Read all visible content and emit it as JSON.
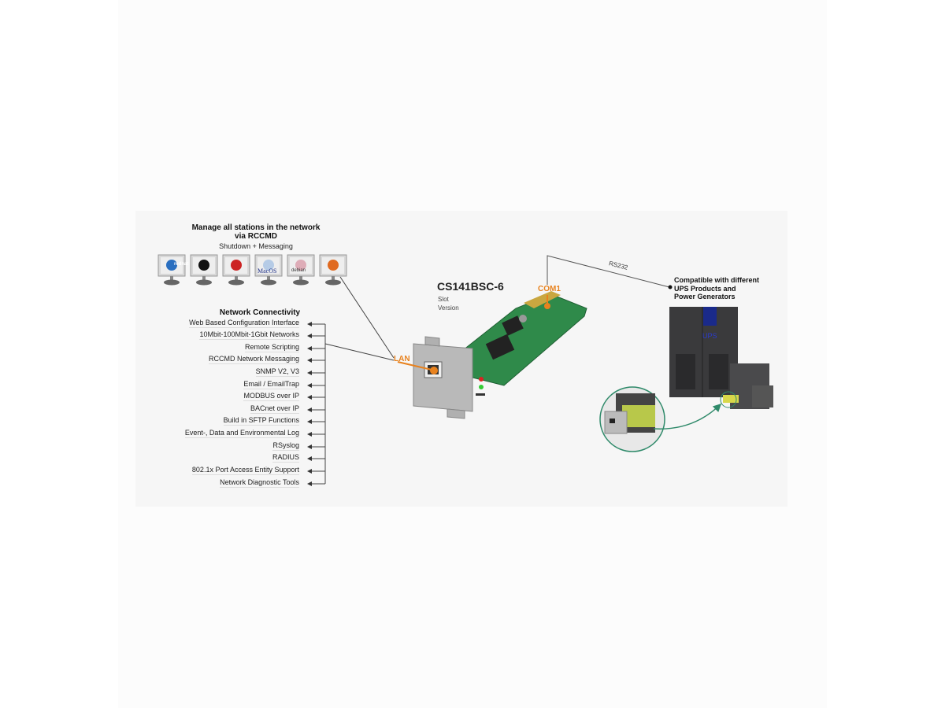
{
  "stations": {
    "title_line1": "Manage all stations in the network",
    "title_line2": "via RCCMD",
    "subtitle": "Shutdown + Messaging",
    "os_icons": [
      "windows",
      "linux",
      "redhat",
      "MacOS",
      "debian",
      "ubuntu"
    ],
    "os_labels": {
      "redhat": "redhat",
      "macos": "MacOS",
      "debian": "debian"
    }
  },
  "network": {
    "title": "Network Connectivity",
    "features": [
      "Web Based Configuration Interface",
      "10Mbit-100Mbit-1Gbit Networks",
      "Remote Scripting",
      "RCCMD Network Messaging",
      "SNMP V2, V3",
      "Email / EmailTrap",
      "MODBUS over IP",
      "BACnet over IP",
      "Build in SFTP Functions",
      "Event-, Data and Environmental Log",
      "RSyslog",
      "RADIUS",
      "802.1x Port Access Entity Support",
      "Network Diagnostic Tools"
    ]
  },
  "product": {
    "name": "CS141BSC-6",
    "variant_line1": "Slot",
    "variant_line2": "Version",
    "lan_label": "LAN",
    "com_label": "COM1"
  },
  "connection": {
    "rs232_label": "RS232"
  },
  "ups": {
    "title_line1": "Compatible with different",
    "title_line2": "UPS Products and",
    "title_line3": "Power Generators",
    "cabinet_label": "UPS"
  },
  "colors": {
    "accent": "#e8821e",
    "pcb": "#2f8a4a",
    "ups": "#3a3a3c",
    "ups_window": "#1a2a8a",
    "inset": "#2f8a6a"
  }
}
